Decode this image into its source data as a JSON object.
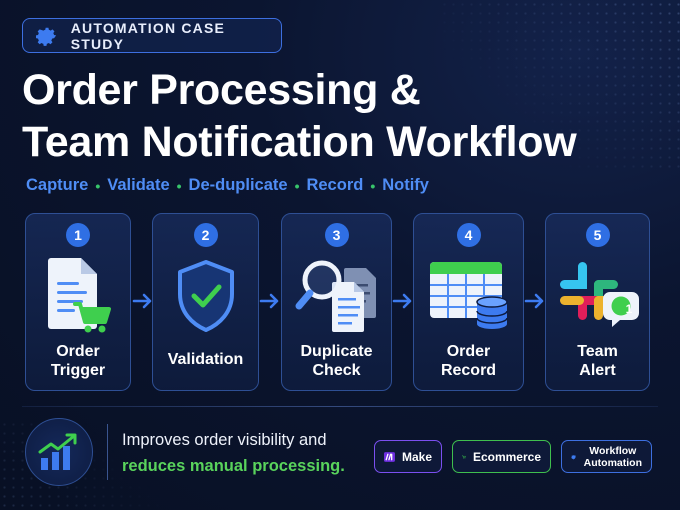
{
  "badge": {
    "icon": "gear-icon",
    "label": "AUTOMATION CASE STUDY"
  },
  "title": {
    "line1": "Order Processing &",
    "line2": "Team Notification Workflow"
  },
  "steps_summary": [
    "Capture",
    "Validate",
    "De-duplicate",
    "Record",
    "Notify"
  ],
  "steps_separator": "•",
  "workflow": [
    {
      "number": "1",
      "label": "Order\nTrigger",
      "icon": "document-cart-icon"
    },
    {
      "number": "2",
      "label": "Validation",
      "icon": "shield-check-icon"
    },
    {
      "number": "3",
      "label": "Duplicate\nCheck",
      "icon": "magnifier-documents-icon"
    },
    {
      "number": "4",
      "label": "Order\nRecord",
      "icon": "spreadsheet-database-icon"
    },
    {
      "number": "5",
      "label": "Team\nAlert",
      "icon": "slack-notification-icon",
      "notification_count": "1"
    }
  ],
  "impact": {
    "line1": "Improves order visibility and",
    "line2": "reduces manual processing."
  },
  "tags": [
    {
      "label": "Make",
      "icon": "make-logo-icon",
      "border_color": "#7b4ff0"
    },
    {
      "label": "Ecommerce",
      "icon": "cart-icon",
      "border_color": "#3fbf4e"
    },
    {
      "label": "Workflow\nAutomation",
      "icon": "gear-icon",
      "border_color": "#3d6fe0"
    }
  ],
  "colors": {
    "background": "#0b1530",
    "accent_blue": "#4f8df5",
    "accent_green": "#59d35c",
    "card_border": "#2e4f94"
  }
}
